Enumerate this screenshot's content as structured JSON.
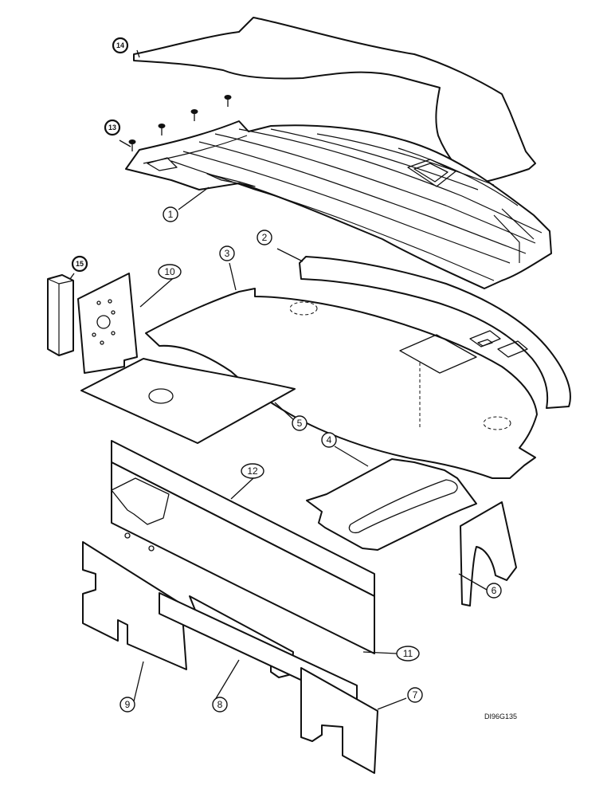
{
  "callouts": {
    "c1": "1",
    "c2": "2",
    "c3": "3",
    "c4": "4",
    "c5": "5",
    "c6": "6",
    "c7": "7",
    "c8": "8",
    "c9": "9",
    "c10": "10",
    "c11": "11",
    "c12": "12",
    "c13": "13",
    "c14": "14",
    "c15": "15"
  },
  "drawing_code": "DI96G135",
  "colors": {
    "line": "#111111",
    "background": "#ffffff"
  }
}
